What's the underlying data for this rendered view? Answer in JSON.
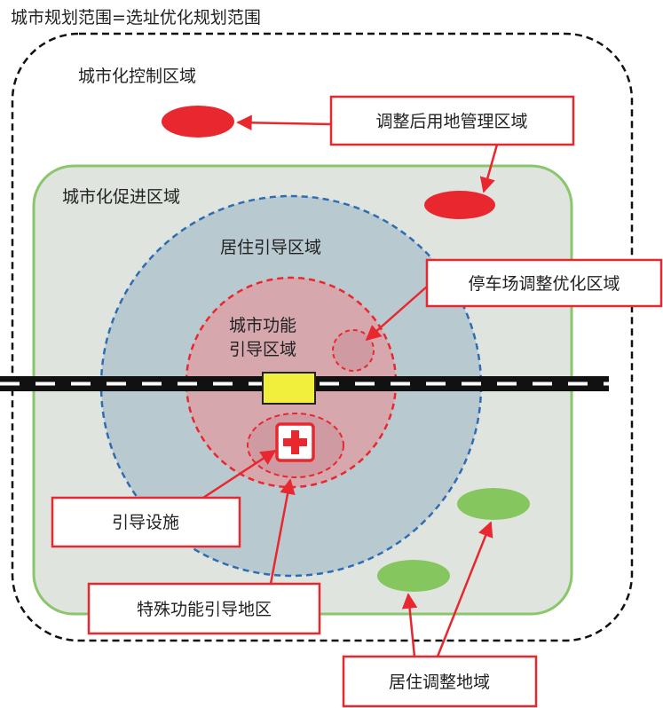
{
  "title": "城市规划范围=选址优化规划范围",
  "zones": {
    "urbanization_control": "城市化控制区域",
    "urbanization_promotion": "城市化促进区域",
    "residential_guidance": "居住引导区域",
    "urban_function_guidance_line1": "城市功能",
    "urban_function_guidance_line2": "引导区域"
  },
  "callouts": {
    "adjusted_land_use": "调整后用地管理区域",
    "parking_optimization": "停车场调整优化区域",
    "guidance_facility": "引导设施",
    "special_function_area": "特殊功能引导地区",
    "residential_adjustment": "居住调整地域"
  },
  "colors": {
    "red_accent": "#e8282e",
    "green_zone_fill": "#dfe4df",
    "green_zone_border": "#8ac66b",
    "green_blob": "#86c65e",
    "blue_dash": "#2f6db3",
    "residential_fill": "#b9c9d0",
    "function_fill": "#d6a7ad",
    "station_yellow": "#f2ee3c"
  },
  "icons": {
    "station": "station-rect",
    "facility": "medical-cross-icon"
  }
}
